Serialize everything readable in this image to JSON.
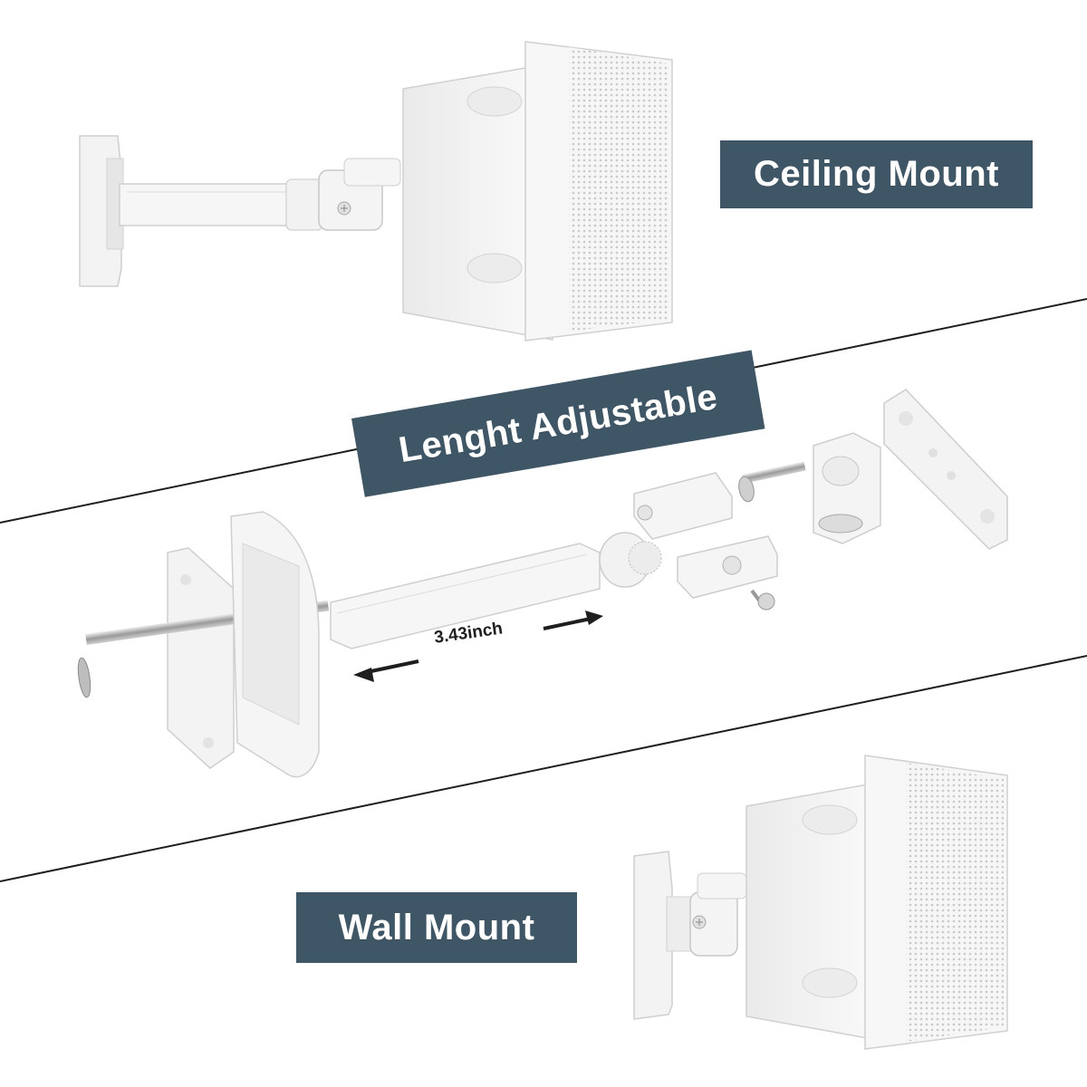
{
  "labels": {
    "ceiling_mount": "Ceiling Mount",
    "length_adjustable": "Lenght Adjustable",
    "wall_mount": "Wall Mount",
    "dimension": "3.43inch"
  },
  "colors": {
    "label_bg": "#3f5666",
    "label_text": "#ffffff",
    "product": "#f4f4f4",
    "divider": "#1e1e1e"
  }
}
